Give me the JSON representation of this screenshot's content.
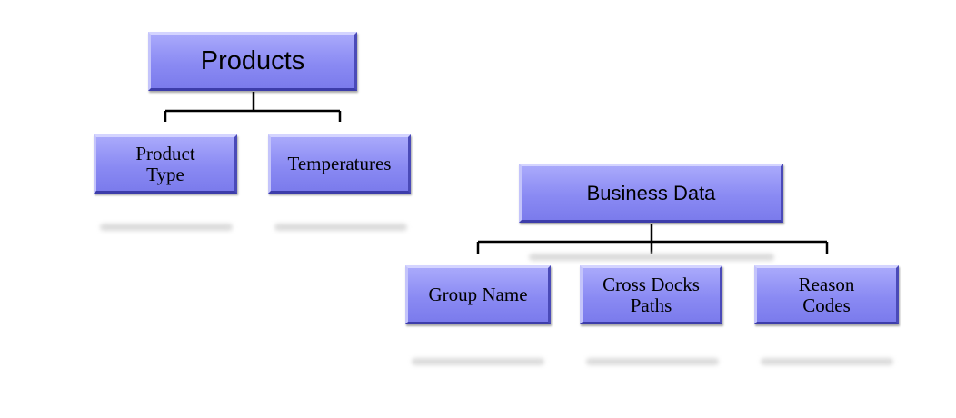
{
  "products_tree": {
    "root": "Products",
    "children": [
      "Product Type",
      "Temperatures"
    ]
  },
  "business_tree": {
    "root": "Business Data",
    "children": [
      "Group Name",
      "Cross Docks Paths",
      "Reason Codes"
    ]
  },
  "colors": {
    "box_fill": "#8a8af3",
    "box_light": "#c4c4fb",
    "box_dark": "#3d3daa",
    "connector": "#000000"
  }
}
